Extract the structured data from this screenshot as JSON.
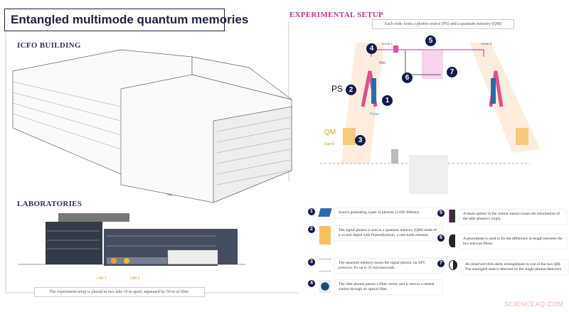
{
  "title": "Entangled multimode quantum memories",
  "sections": {
    "building": "ICFO BUILDING",
    "labs": "LABORATORIES",
    "setup": "EXPERIMENTAL SETUP"
  },
  "notes": {
    "top": "Each node hosts a photon source (PS) and a quantum memory (QM)",
    "bottom": "The experiment setup is placed in two labs 10 m apart, separated by 50 m of fiber."
  },
  "lab_labels": [
    "LAB 1",
    "LAB 2"
  ],
  "diagram_labels": {
    "ps": "PS",
    "qm": "QM",
    "node_a": "NODE A",
    "node_b": "NODE B",
    "filter": "filter",
    "pump": "Pump",
    "signal": "Signal",
    "numbers": [
      "1",
      "2",
      "3",
      "4",
      "5",
      "6",
      "7"
    ]
  },
  "legend": [
    {
      "num": "1",
      "icon": "crystal-source-icon",
      "text": "Source generating a pair of photons (1436+606nm)."
    },
    {
      "num": "2",
      "icon": "quantum-memory-crystal-icon",
      "text": "The signal photon is sent to a quantum memory (QM) made of a crystal doped with Praseodymium, a rare-earth element."
    },
    {
      "num": "3",
      "icon": "afc-protocol-icon",
      "text": "The quantum memory stores the signal photon via AFC protocol, for up to 25 microseconds."
    },
    {
      "num": "4",
      "icon": "filter-cavity-icon",
      "text": "The idler photon passes a filter cavity, and is sent to a central station through an optical fiber."
    },
    {
      "num": "5",
      "icon": "beam-splitter-icon",
      "text": "A beam splitter in the central station erases the information of the idler photon's origin."
    },
    {
      "num": "6",
      "icon": "photodiode-icon",
      "text": "A photodiode is used to fix the difference in length between the two telecom fibres."
    },
    {
      "num": "7",
      "icon": "detector-icon",
      "text": "An observed click alerts entanglement in one of the two QM. The entangled state is detected by the single photon detectors."
    }
  ],
  "watermark": "SCIENCEAQ.COM",
  "colors": {
    "navy": "#121a4a",
    "magenta": "#c2348c",
    "orange": "#f0a030",
    "blue": "#2a6bb0"
  }
}
